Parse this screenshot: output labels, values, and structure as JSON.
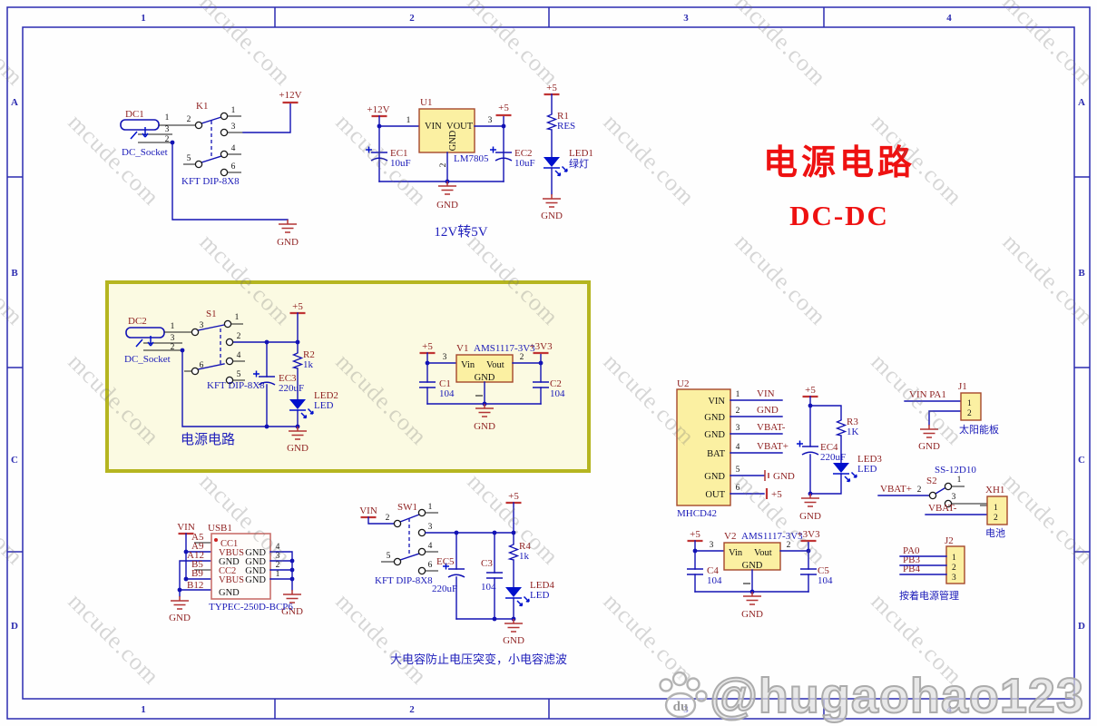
{
  "frame": {
    "cols": [
      "1",
      "2",
      "3",
      "4"
    ],
    "rows": [
      "A",
      "B",
      "C",
      "D"
    ]
  },
  "title": {
    "line1": "电源电路",
    "line2": "DC-DC"
  },
  "watermarks": {
    "tile": "mcude.com",
    "credit": "@hugaohao123",
    "badge": "du"
  },
  "captions": {
    "reg5v": "12V转5V",
    "highlight": "电源电路",
    "filter": "大电容防止电压突变，小电容滤波"
  },
  "nets": {
    "gnd": "GND",
    "v5": "+5",
    "v12": "+12V",
    "v33": "+3V3",
    "vin": "VIN",
    "vin_pa1": "VIN PA1",
    "vbat_p": "VBAT+",
    "vbat_m": "VBAT-",
    "pa0": "PA0",
    "pb3": "PB3",
    "pb4": "PB4"
  },
  "pn": [
    "1",
    "2",
    "3",
    "4",
    "5",
    "6"
  ],
  "colors": {
    "wire": "#1212b4",
    "designator": "#8E1F1F",
    "value": "#1a1ab8",
    "title_red": "#ee1111",
    "body_fill": "#FBF0A2",
    "body_stroke": "#A5472B",
    "highlight_border": "#B5B520",
    "frame_blue": "#2b2bb0"
  },
  "comp": {
    "dc1": {
      "ref": "DC1",
      "value": "DC_Socket"
    },
    "k1": {
      "ref": "K1",
      "value": "KFT DIP-8X8"
    },
    "u1": {
      "ref": "U1",
      "value": "LM7805",
      "pin_vin": "VIN",
      "pin_vout": "VOUT",
      "pin_gnd": "GND"
    },
    "ec1": {
      "ref": "EC1",
      "value": "10uF"
    },
    "ec2": {
      "ref": "EC2",
      "value": "10uF"
    },
    "r1": {
      "ref": "R1",
      "value": "RES"
    },
    "led1": {
      "ref": "LED1",
      "value": "绿灯"
    },
    "dc2": {
      "ref": "DC2",
      "value": "DC_Socket"
    },
    "s1": {
      "ref": "S1",
      "value": "KFT DIP-8X8"
    },
    "r2": {
      "ref": "R2",
      "value": "1k"
    },
    "ec3": {
      "ref": "EC3",
      "value": "220uF"
    },
    "led2": {
      "ref": "LED2",
      "value": "LED"
    },
    "v1": {
      "ref": "V1",
      "value": "AMS1117-3V3",
      "pin_vin": "Vin",
      "pin_vout": "Vout",
      "pin_gnd": "GND"
    },
    "c1": {
      "ref": "C1",
      "value": "104"
    },
    "c2": {
      "ref": "C2",
      "value": "104"
    },
    "u2": {
      "ref": "U2",
      "value": "MHCD42",
      "pins": [
        "VIN",
        "GND",
        "GND",
        "BAT",
        "GND",
        "OUT"
      ]
    },
    "r3": {
      "ref": "R3",
      "value": "1K"
    },
    "ec4": {
      "ref": "EC4",
      "value": "220uF"
    },
    "led3": {
      "ref": "LED3",
      "value": "LED"
    },
    "j1": {
      "ref": "J1",
      "value": "太阳能板"
    },
    "s2": {
      "ref": "S2",
      "value": "SS-12D10"
    },
    "xh1": {
      "ref": "XH1",
      "value": "电池"
    },
    "j2": {
      "ref": "J2",
      "value": "按着电源管理"
    },
    "usb1": {
      "ref": "USB1",
      "value": "TYPEC-250D-BCP6",
      "left_nets": [
        "A5",
        "A9",
        "A12",
        "B5",
        "B9",
        "B12"
      ],
      "left_pins": [
        "CC1",
        "VBUS",
        "GND",
        "CC2",
        "VBUS",
        "GND"
      ],
      "right_pins": [
        "GND",
        "GND",
        "GND",
        "GND"
      ],
      "right_nums": [
        "4",
        "3",
        "2",
        "1"
      ]
    },
    "sw1": {
      "ref": "SW1",
      "value": "KFT DIP-8X8"
    },
    "ec5": {
      "ref": "EC5",
      "value": "220uF"
    },
    "c3": {
      "ref": "C3",
      "value": "104"
    },
    "r4": {
      "ref": "R4",
      "value": "1k"
    },
    "led4": {
      "ref": "LED4",
      "value": "LED"
    },
    "v2": {
      "ref": "V2",
      "value": "AMS1117-3V3",
      "pin_vin": "Vin",
      "pin_vout": "Vout",
      "pin_gnd": "GND"
    },
    "c4": {
      "ref": "C4",
      "value": "104"
    },
    "c5": {
      "ref": "C5",
      "value": "104"
    }
  }
}
